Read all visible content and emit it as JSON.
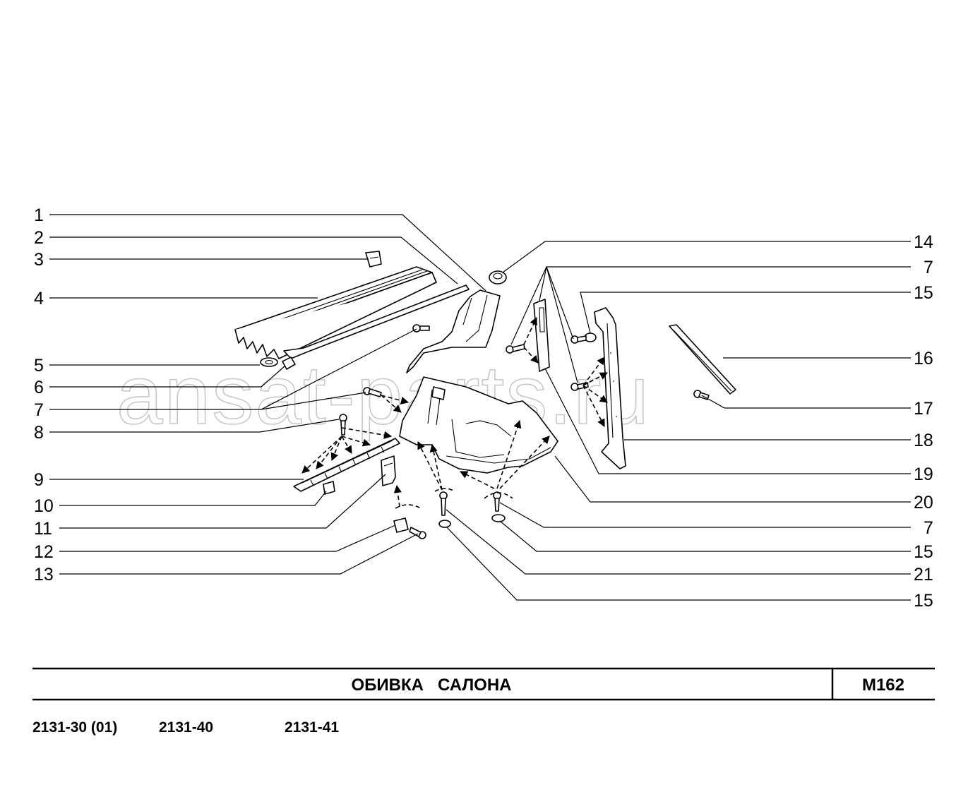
{
  "watermark": "ansat-parts.ru",
  "title_block": {
    "title": "ОБИВКА   САЛОНА",
    "code": "М162"
  },
  "models": [
    "2131-30 (01)",
    "2131-40",
    "2131-41"
  ],
  "callouts_left": [
    {
      "number": "1"
    },
    {
      "number": "2"
    },
    {
      "number": "3"
    },
    {
      "number": "4"
    },
    {
      "number": "5"
    },
    {
      "number": "6"
    },
    {
      "number": "7"
    },
    {
      "number": "8"
    },
    {
      "number": "9"
    },
    {
      "number": "10"
    },
    {
      "number": "11"
    },
    {
      "number": "12"
    },
    {
      "number": "13"
    }
  ],
  "callouts_right": [
    {
      "number": "14"
    },
    {
      "number": "7"
    },
    {
      "number": "15"
    },
    {
      "number": "16"
    },
    {
      "number": "17"
    },
    {
      "number": "18"
    },
    {
      "number": "19"
    },
    {
      "number": "20"
    },
    {
      "number": "7"
    },
    {
      "number": "15"
    },
    {
      "number": "21"
    },
    {
      "number": "15"
    }
  ]
}
